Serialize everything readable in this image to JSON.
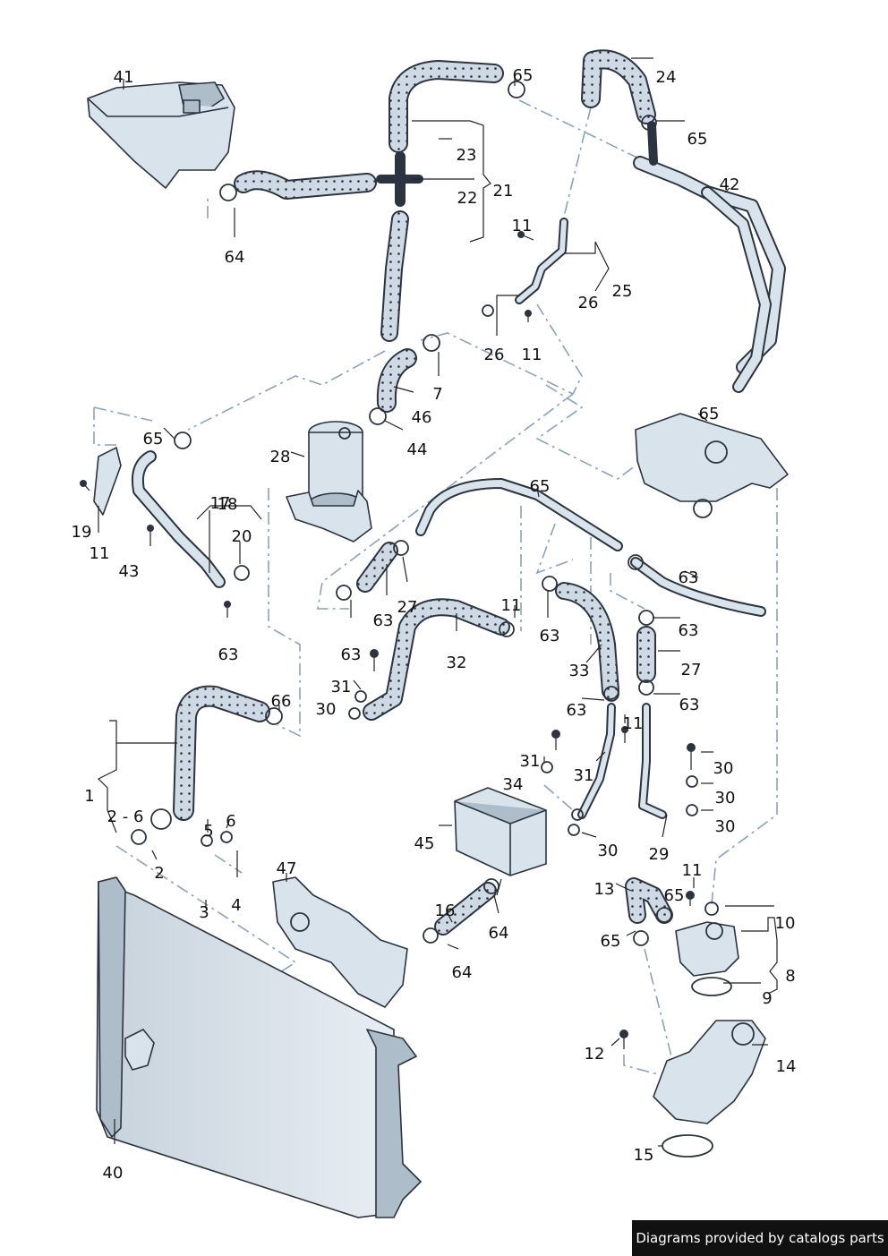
{
  "credit": "Diagrams provided by catalogs parts",
  "labels": [
    "41",
    "65",
    "24",
    "23",
    "21",
    "22",
    "65",
    "42",
    "64",
    "11",
    "25",
    "26",
    "26",
    "11",
    "65",
    "7",
    "46",
    "65",
    "44",
    "28",
    "65",
    "17",
    "18",
    "20",
    "19",
    "11",
    "43",
    "63",
    "27",
    "63",
    "63",
    "11",
    "63",
    "32",
    "63",
    "63",
    "27",
    "63",
    "31",
    "30",
    "33",
    "66",
    "63",
    "11",
    "1",
    "31",
    "30",
    "34",
    "31",
    "30",
    "30",
    "2 - 6",
    "5",
    "6",
    "30",
    "29",
    "45",
    "2",
    "4",
    "47",
    "16",
    "64",
    "11",
    "13",
    "65",
    "10",
    "3",
    "65",
    "8",
    "9",
    "64",
    "12",
    "14",
    "15",
    "40"
  ]
}
